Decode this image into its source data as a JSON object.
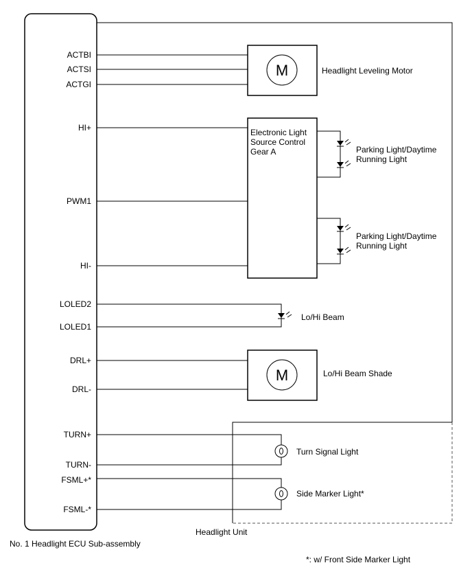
{
  "ecu": {
    "name": "No. 1 Headlight ECU Sub-assembly",
    "pins": [
      "ACTBI",
      "ACTSI",
      "ACTGI",
      "HI+",
      "PWM1",
      "HI-",
      "LOLED2",
      "LOLED1",
      "DRL+",
      "DRL-",
      "TURN+",
      "TURN-",
      "FSML+*",
      "FSML-*"
    ]
  },
  "headlight_unit": {
    "label": "Headlight Unit"
  },
  "components": {
    "leveling_motor": {
      "symbol": "M",
      "label": "Headlight Leveling Motor"
    },
    "gear": {
      "lines": [
        "Electronic Light",
        "Source Control",
        "Gear A"
      ]
    },
    "parking_light_1": {
      "lines": [
        "Parking Light/Daytime",
        "Running Light"
      ]
    },
    "parking_light_2": {
      "lines": [
        "Parking Light/Daytime",
        "Running Light"
      ]
    },
    "lohi_beam": {
      "label": "Lo/Hi Beam"
    },
    "beam_shade": {
      "symbol": "M",
      "label": "Lo/Hi Beam Shade"
    },
    "turn_signal": {
      "label": "Turn  Signal Light"
    },
    "side_marker": {
      "label": "Side Marker Light*"
    }
  },
  "footnote": "*: w/ Front Side Marker Light"
}
